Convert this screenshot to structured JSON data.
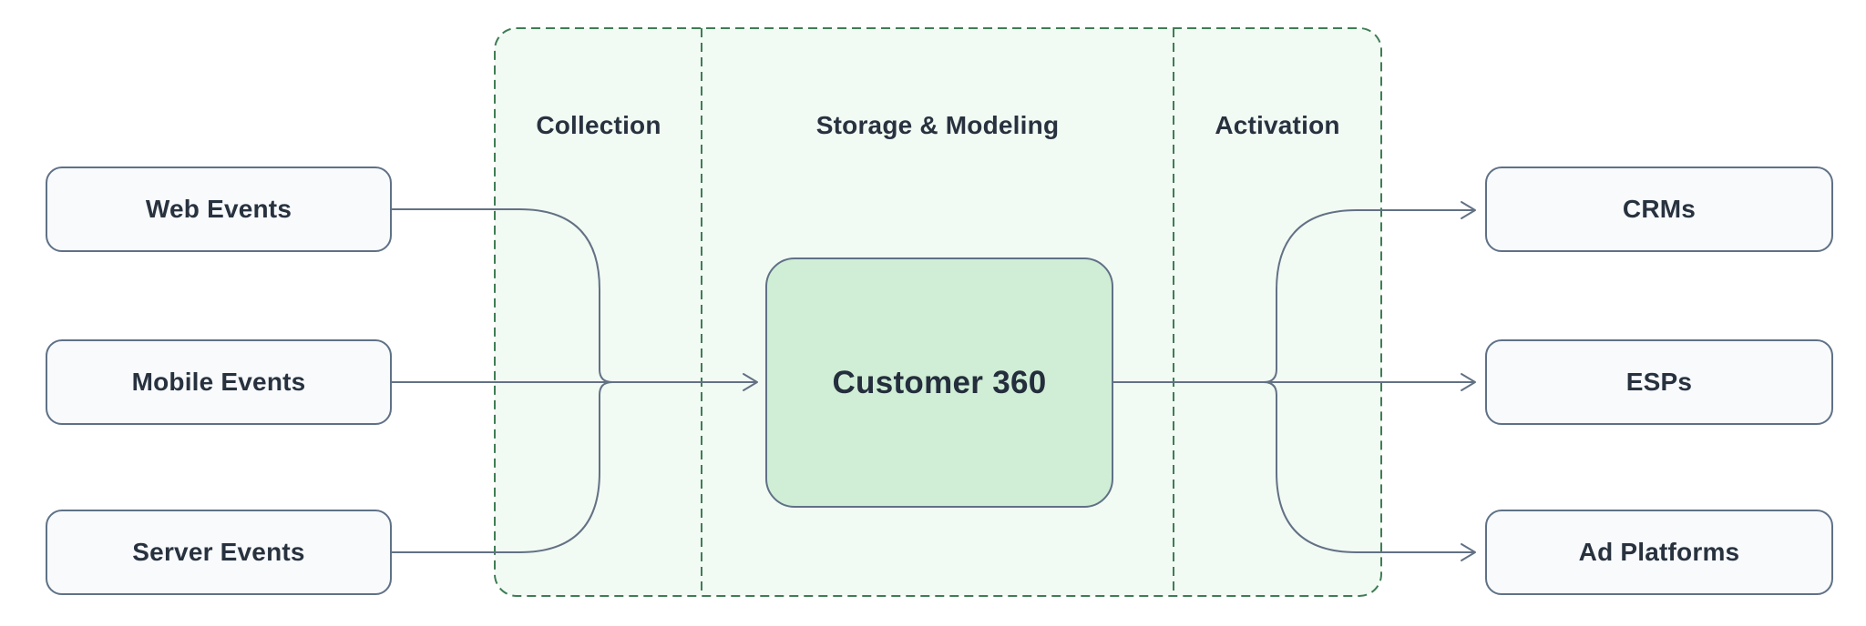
{
  "diagram": {
    "stages": [
      {
        "label": "Collection"
      },
      {
        "label": "Storage & Modeling"
      },
      {
        "label": "Activation"
      }
    ],
    "sources": [
      {
        "label": "Web Events"
      },
      {
        "label": "Mobile Events"
      },
      {
        "label": "Server Events"
      }
    ],
    "platform": {
      "label": "Customer 360"
    },
    "destinations": [
      {
        "label": "CRMs"
      },
      {
        "label": "ESPs"
      },
      {
        "label": "Ad Platforms"
      }
    ]
  },
  "colors": {
    "canvas-bg": "#ffffff",
    "pipeline-fill": "#f2faf4",
    "pipeline-border": "#3f7d55",
    "node-fill": "#f8fafc",
    "node-border": "#5f7186",
    "node-text": "#28323f",
    "customer-fill": "#d0edd6",
    "connector": "#627184"
  }
}
